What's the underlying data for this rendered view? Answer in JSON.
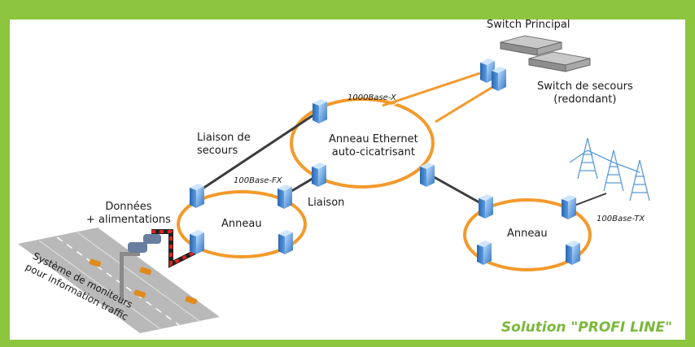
{
  "labels": {
    "switch_principal": "Switch Principal",
    "switch_secours_line1": "Switch de secours",
    "switch_secours_line2": "(redondant)",
    "liaison_secours_line1": "Liaison de",
    "liaison_secours_line2": "secours",
    "anneau_ethernet_line1": "Anneau Ethernet",
    "anneau_ethernet_line2": "auto-cicatrisant",
    "std_1000": "1000Base-X",
    "std_100fx": "100Base-FX",
    "std_100tx": "100Base-TX",
    "donnees_line1": "Données",
    "donnees_line2": "+ alimentations",
    "liaison": "Liaison",
    "anneau_left": "Anneau",
    "anneau_right": "Anneau",
    "road_line1": "Système de moniteurs",
    "road_line2": "pour information traffic",
    "solution": "Solution \"PROFI LINE\""
  },
  "colors": {
    "frame_green": "#8cc63e",
    "ring_orange": "#f39a2b",
    "link_dark": "#3c3c3c",
    "switch_blue": "#4a8fd6",
    "solution_green": "#7ab83a"
  }
}
